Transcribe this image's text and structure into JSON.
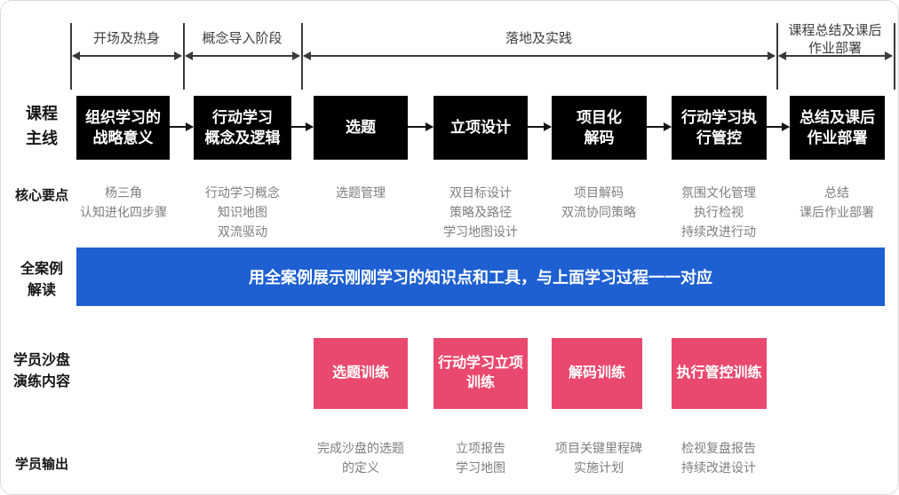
{
  "colors": {
    "banner_blue": "#1E60D2",
    "sandbox_pink": "#E9496E",
    "main_box_black": "#000000",
    "gray_text": "#7E7E7E"
  },
  "timeline": {
    "phases": [
      {
        "label": "开场及热身"
      },
      {
        "label": "概念导入阶段"
      },
      {
        "label": "落地及实践"
      },
      {
        "label": "课程总结及课后\n作业部署"
      }
    ]
  },
  "row_labels": {
    "main_line": "课程\n主线",
    "core_points": "核心要点",
    "case_study": "全案例\n解读",
    "sandbox": "学员沙盘\n演练内容",
    "output": "学员输出"
  },
  "main_boxes": [
    {
      "label": "组织学习的\n战略意义"
    },
    {
      "label": "行动学习\n概念及逻辑"
    },
    {
      "label": "选题"
    },
    {
      "label": "立项设计"
    },
    {
      "label": "项目化\n解码"
    },
    {
      "label": "行动学习执\n行管控"
    },
    {
      "label": "总结及课后\n作业部署"
    }
  ],
  "core_points": [
    "杨三角\n认知进化四步骤",
    "行动学习概念\n知识地图\n双流驱动",
    "选题管理",
    "双目标设计\n策略及路径\n学习地图设计",
    "项目解码\n双流协同策略",
    "氛围文化管理\n执行检视\n持续改进行动",
    "总结\n课后作业部署"
  ],
  "case_banner": "用全案例展示刚刚学习的知识点和工具，与上面学习过程一一对应",
  "sandbox_boxes": [
    {
      "label": "选题训练"
    },
    {
      "label": "行动学习立项\n训练"
    },
    {
      "label": "解码训练"
    },
    {
      "label": "执行管控训练"
    }
  ],
  "outputs": [
    "完成沙盘的选题\n的定义",
    "立项报告\n学习地图",
    "项目关键里程碑\n实施计划",
    "检视复盘报告\n持续改进设计"
  ]
}
